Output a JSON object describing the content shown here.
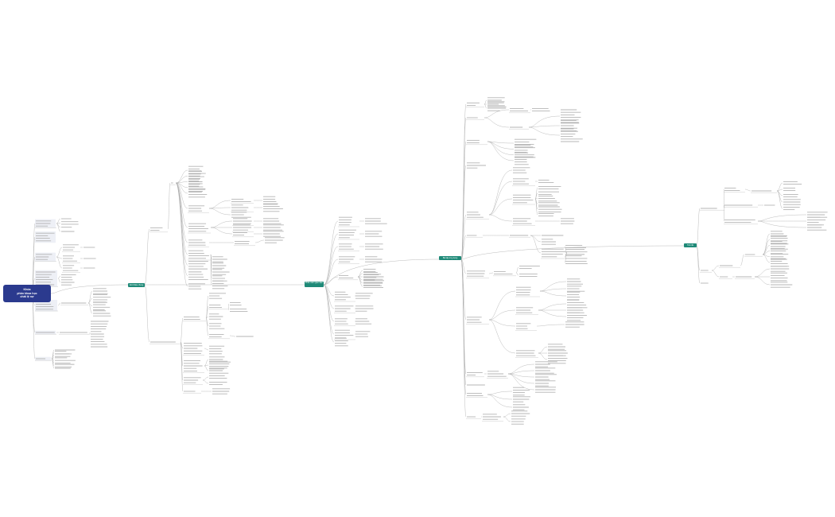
{
  "root": {
    "title_line1": "Khóa",
    "title_line2": "phần khoa học",
    "title_line3": "chất lệ nợ"
  },
  "hubs": [
    {
      "label": "Giới thiệu chung"
    },
    {
      "label": "Phần mềm giao diện"
    },
    {
      "label": "Bài tập ứng dụng"
    },
    {
      "label": "Tóm tắt"
    }
  ],
  "colors": {
    "root": "#2b3a8e",
    "hub": "#1f8a78",
    "line": "#a9a9a9",
    "text": "#b5b5b5",
    "panel": "#eef0f6"
  }
}
